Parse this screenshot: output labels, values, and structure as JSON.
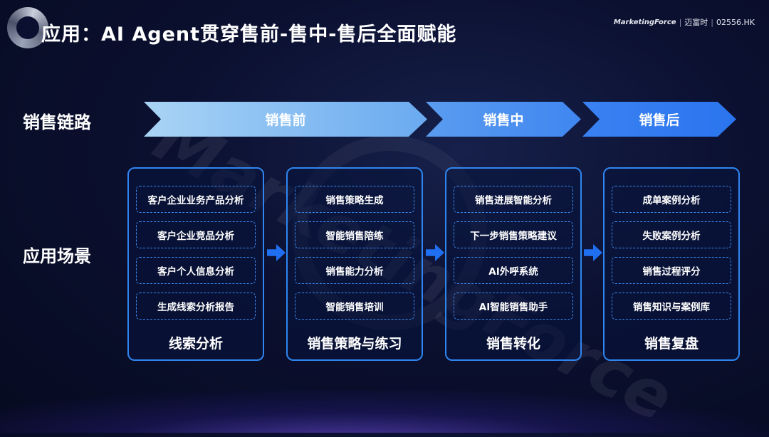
{
  "header": {
    "title": "应用：AI Agent贯穿售前-售中-售后全面赋能",
    "brand_logo_text": "MarketingForce",
    "brand_cn": "迈富时",
    "brand_sep": "|",
    "ticker": "02556.HK"
  },
  "watermark": "MarketingForce",
  "rows": {
    "chain_label": "销售链路",
    "scene_label": "应用场景"
  },
  "stages": [
    {
      "label": "销售前"
    },
    {
      "label": "销售中"
    },
    {
      "label": "销售后"
    }
  ],
  "cards": [
    {
      "title": "线索分析",
      "items": [
        "客户企业业务产品分析",
        "客户企业竞品分析",
        "客户个人信息分析",
        "生成线索分析报告"
      ]
    },
    {
      "title": "销售策略与练习",
      "items": [
        "销售策略生成",
        "智能销售陪练",
        "销售能力分析",
        "智能销售培训"
      ]
    },
    {
      "title": "销售转化",
      "items": [
        "销售进展智能分析",
        "下一步销售策略建议",
        "AI外呼系统",
        "AI智能销售助手"
      ]
    },
    {
      "title": "销售复盘",
      "items": [
        "成单案例分析",
        "失败案例分析",
        "销售过程评分",
        "销售知识与案例库"
      ]
    }
  ],
  "colors": {
    "accent_blue": "#2f86f0",
    "chevron_light": "#a9d4f5",
    "chevron_dark": "#2a74ee"
  },
  "icons": {
    "logo": "ring-logo-icon",
    "arrow": "arrow-right-icon"
  }
}
